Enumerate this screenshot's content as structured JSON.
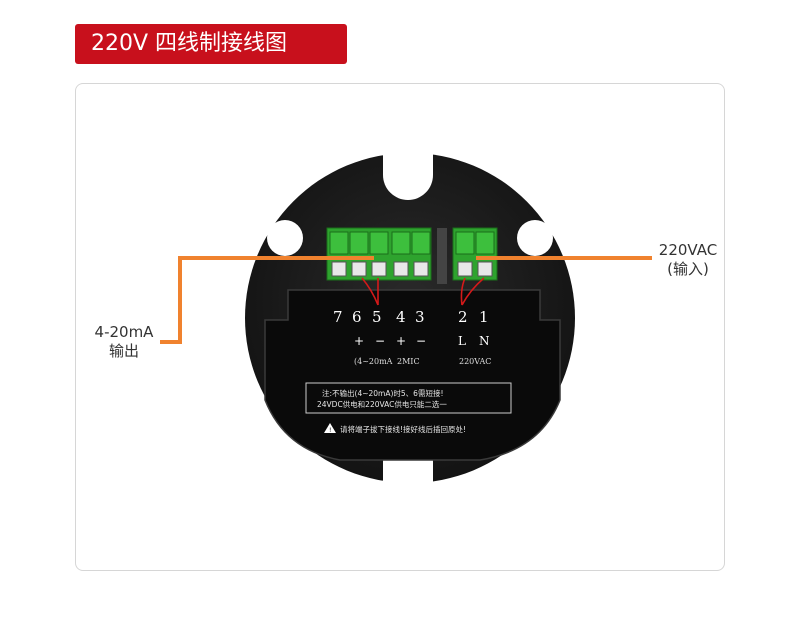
{
  "title": "220V 四线制接线图",
  "labels": {
    "output_current": "4-20mA",
    "output_text": "输出",
    "input_voltage": "220VAC",
    "input_text": "(输入)"
  },
  "device": {
    "terminal_numbers": [
      "7",
      "6",
      "5",
      "4",
      "3",
      "2",
      "1"
    ],
    "polarity_marks": [
      "+",
      "−",
      "+",
      "−"
    ],
    "phase_marks": [
      "L",
      "N"
    ],
    "group_label_current": "(4~20mA",
    "group_label_mic": "2MIC",
    "group_label_power": "220VAC",
    "note_line1": "注:不输出(4~20mA)时5、6需短接!",
    "note_line2": "24VDC供电和220VAC供电只能二选一",
    "warning_text": "请将端子拔下接线!接好线后插回原处!"
  },
  "colors": {
    "title_bg": "#c8101c",
    "wire": "#f0822e",
    "terminal_green": "#2ea32e",
    "device_body": "#1c1c1c",
    "inner_wire": "#d41a1a"
  }
}
